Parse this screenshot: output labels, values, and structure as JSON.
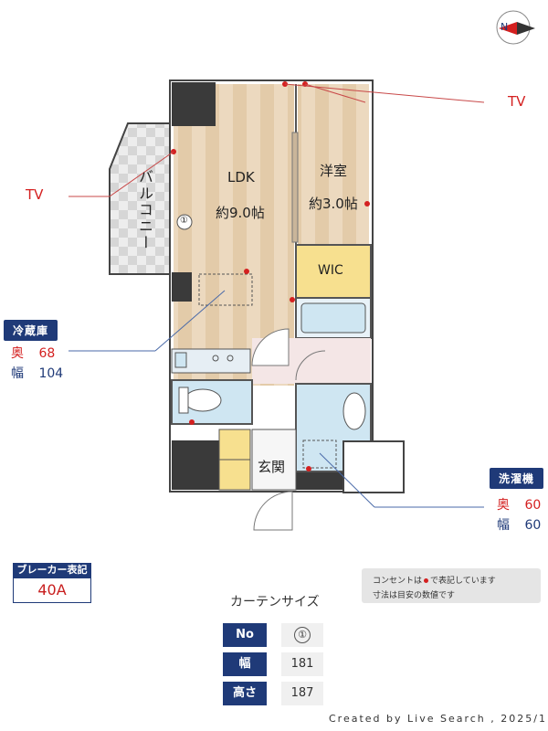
{
  "rooms": {
    "ldk_name": "LDK",
    "ldk_size": "約9.0帖",
    "western_name": "洋室",
    "western_size": "約3.0帖",
    "wic": "WIC",
    "balcony": "バルコニー",
    "entrance": "玄関",
    "curtain_marker": "①"
  },
  "tv_labels": [
    "TV",
    "TV"
  ],
  "fridge": {
    "title": "冷蔵庫",
    "depth_label": "奥",
    "depth": "68",
    "width_label": "幅",
    "width": "104"
  },
  "washer": {
    "title": "洗濯機",
    "depth_label": "奥",
    "depth": "60",
    "width_label": "幅",
    "width": "60"
  },
  "breaker": {
    "label": "ブレーカー表記",
    "value": "40A"
  },
  "notes": {
    "line1_a": "コンセントは",
    "line1_b": "で表記しています",
    "line2": "寸法は目安の数値です"
  },
  "curtain": {
    "title": "カーテンサイズ",
    "no_label": "No",
    "no_value": "①",
    "width_label": "幅",
    "width_value": "181",
    "height_label": "高さ",
    "height_value": "187"
  },
  "footer": "Created by Live Search , 2025/1",
  "compass": "N",
  "colors": {
    "navy": "#1f3a78",
    "red": "#d42020",
    "floor": "#e9d3b6",
    "wic": "#f7e08f",
    "bath": "#cfe6f2"
  }
}
